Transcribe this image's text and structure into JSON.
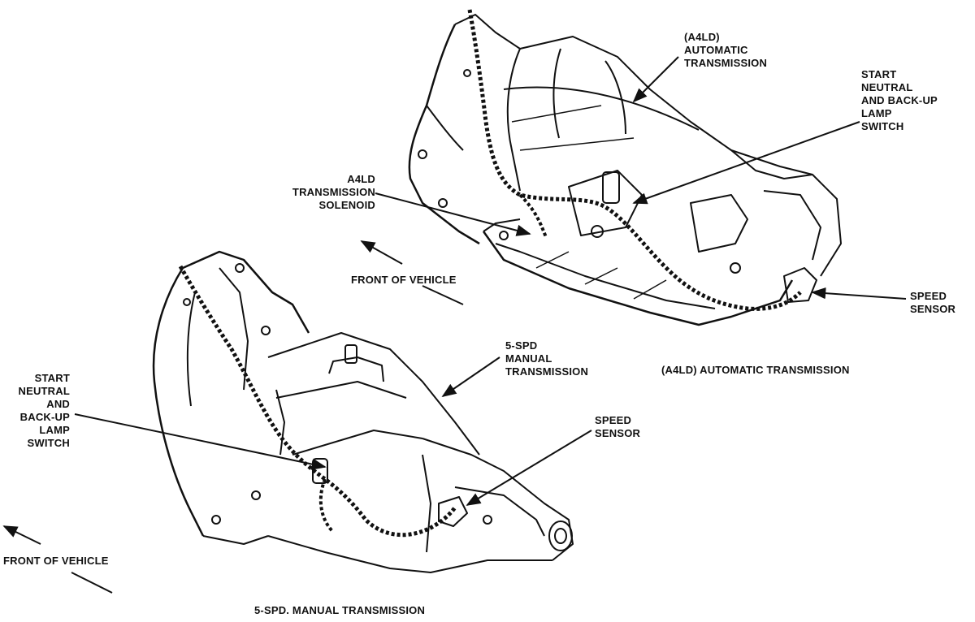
{
  "labels": {
    "auto_trans_callout": [
      "(A4LD)",
      "AUTOMATIC",
      "TRANSMISSION"
    ],
    "start_neutral_auto": [
      "START",
      "NEUTRAL",
      "AND BACK-UP",
      "LAMP",
      "SWITCH"
    ],
    "a4ld_solenoid": [
      "A4LD",
      "TRANSMISSION",
      "SOLENOID"
    ],
    "front_of_vehicle_upper": "FRONT OF VEHICLE",
    "speed_sensor_auto": [
      "SPEED",
      "SENSOR"
    ],
    "auto_caption": "(A4LD) AUTOMATIC TRANSMISSION",
    "manual_trans_callout": [
      "5-SPD",
      "MANUAL",
      "TRANSMISSION"
    ],
    "start_neutral_manual": [
      "START",
      "NEUTRAL",
      "AND",
      "BACK-UP",
      "LAMP",
      "SWITCH"
    ],
    "speed_sensor_manual": [
      "SPEED",
      "SENSOR"
    ],
    "front_of_vehicle_lower": "FRONT OF VEHICLE",
    "manual_caption": "5-SPD. MANUAL TRANSMISSION"
  },
  "colors": {
    "ink": "#111111",
    "background": "#ffffff"
  }
}
